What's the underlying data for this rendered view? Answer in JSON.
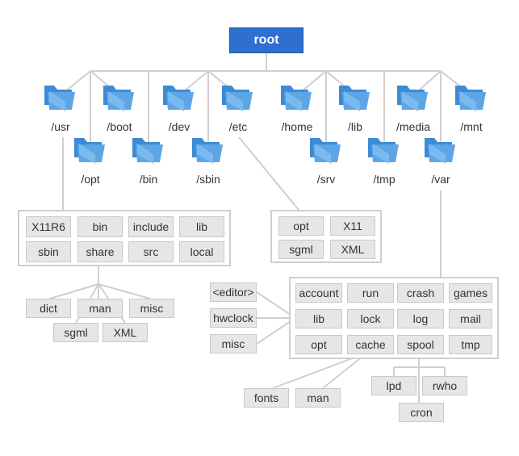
{
  "root_label": "root",
  "dirs": {
    "usr": "/usr",
    "opt": "/opt",
    "boot": "/boot",
    "bin": "/bin",
    "dev": "/dev",
    "sbin": "/sbin",
    "etc": "/etc",
    "home": "/home",
    "srv": "/srv",
    "lib": "/lib",
    "tmp": "/tmp",
    "media": "/media",
    "var": "/var",
    "mnt": "/mnt"
  },
  "usr_children": [
    "X11R6",
    "bin",
    "include",
    "lib",
    "sbin",
    "share",
    "src",
    "local"
  ],
  "share_children": [
    "dict",
    "man",
    "misc",
    "sgml",
    "XML"
  ],
  "etc_children": [
    "opt",
    "X11",
    "sgml",
    "XML"
  ],
  "var_children": [
    "account",
    "run",
    "crash",
    "games",
    "lib",
    "lock",
    "log",
    "mail",
    "opt",
    "cache",
    "spool",
    "tmp"
  ],
  "lib_children": [
    "<editor>",
    "hwclock",
    "misc"
  ],
  "cache_children": [
    "fonts",
    "man"
  ],
  "spool_children": [
    "lpd",
    "rwho",
    "cron"
  ],
  "colors": {
    "root": "#2f6fce",
    "folder": "#5da6e6",
    "box": "#e6e6e6",
    "line": "#cfcfcf"
  }
}
